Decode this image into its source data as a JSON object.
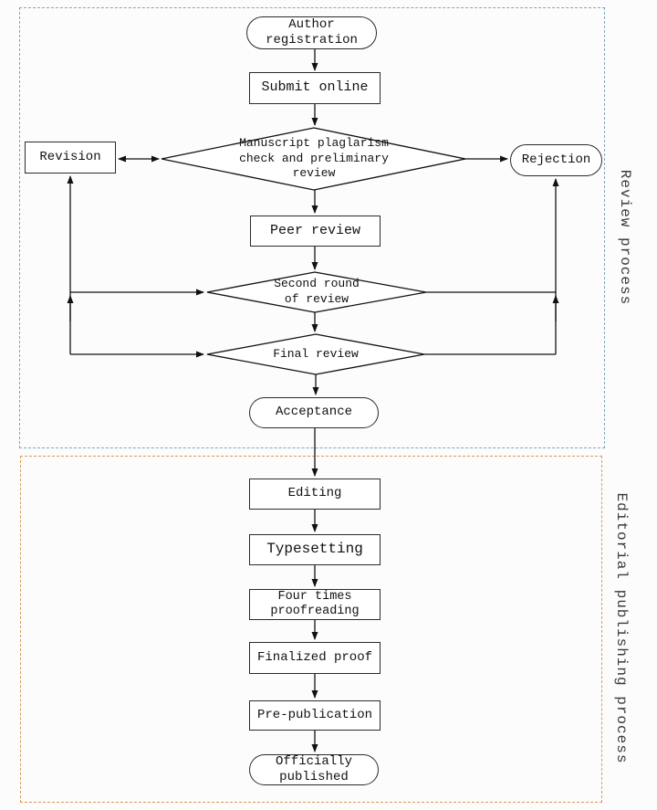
{
  "sections": {
    "review": {
      "label": "Review process",
      "border_color": "#7ca9bc"
    },
    "editorial": {
      "label": "Editorial publishing process",
      "border_color": "#d69b54"
    }
  },
  "nodes": {
    "author_registration": {
      "label": "Author\nregistration",
      "shape": "stadium"
    },
    "submit_online": {
      "label": "Submit online",
      "shape": "rect"
    },
    "plagiarism_check": {
      "label": "Manuscript plaglarism\ncheck and preliminary\nreview",
      "shape": "diamond"
    },
    "revision": {
      "label": "Revision",
      "shape": "rect"
    },
    "rejection": {
      "label": "Rejection",
      "shape": "stadium"
    },
    "peer_review": {
      "label": "Peer review",
      "shape": "rect"
    },
    "second_round": {
      "label": "Second round\nof review",
      "shape": "diamond"
    },
    "final_review": {
      "label": "Final review",
      "shape": "diamond"
    },
    "acceptance": {
      "label": "Acceptance",
      "shape": "stadium"
    },
    "editing": {
      "label": "Editing",
      "shape": "rect"
    },
    "typesetting": {
      "label": "Typesetting",
      "shape": "rect"
    },
    "proofreading": {
      "label": "Four times\nproofreading",
      "shape": "rect"
    },
    "finalized_proof": {
      "label": "Finalized proof",
      "shape": "rect"
    },
    "pre_publication": {
      "label": "Pre-publication",
      "shape": "rect"
    },
    "officially_published": {
      "label": "Officially\npublished",
      "shape": "stadium"
    }
  },
  "edges": [
    {
      "from": "author_registration",
      "to": "submit_online",
      "type": "arrow"
    },
    {
      "from": "submit_online",
      "to": "plagiarism_check",
      "type": "arrow"
    },
    {
      "from": "plagiarism_check",
      "to": "revision",
      "type": "double-arrow"
    },
    {
      "from": "plagiarism_check",
      "to": "rejection",
      "type": "arrow"
    },
    {
      "from": "plagiarism_check",
      "to": "peer_review",
      "type": "arrow"
    },
    {
      "from": "peer_review",
      "to": "second_round",
      "type": "arrow"
    },
    {
      "from": "revision",
      "to": "second_round",
      "type": "arrow"
    },
    {
      "from": "revision",
      "to": "final_review",
      "type": "arrow"
    },
    {
      "from": "second_round",
      "to": "revision",
      "type": "arrow"
    },
    {
      "from": "second_round",
      "to": "rejection",
      "type": "arrow"
    },
    {
      "from": "second_round",
      "to": "final_review",
      "type": "arrow"
    },
    {
      "from": "final_review",
      "to": "revision",
      "type": "arrow"
    },
    {
      "from": "final_review",
      "to": "rejection",
      "type": "arrow"
    },
    {
      "from": "final_review",
      "to": "acceptance",
      "type": "arrow"
    },
    {
      "from": "acceptance",
      "to": "editing",
      "type": "arrow"
    },
    {
      "from": "editing",
      "to": "typesetting",
      "type": "arrow"
    },
    {
      "from": "typesetting",
      "to": "proofreading",
      "type": "arrow"
    },
    {
      "from": "proofreading",
      "to": "finalized_proof",
      "type": "arrow"
    },
    {
      "from": "finalized_proof",
      "to": "pre_publication",
      "type": "arrow"
    },
    {
      "from": "pre_publication",
      "to": "officially_published",
      "type": "arrow"
    }
  ],
  "colors": {
    "line": "#111111",
    "node_border": "#2b2b2b",
    "background": "#fcfcfc"
  }
}
